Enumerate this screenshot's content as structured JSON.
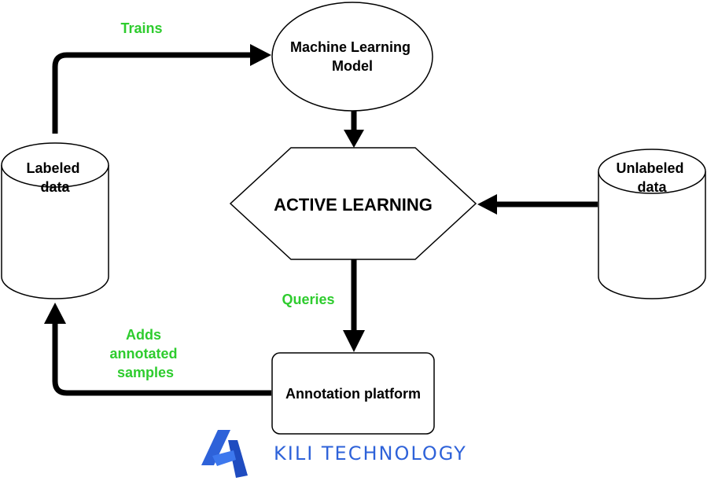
{
  "nodes": {
    "model": {
      "lines": [
        "Machine Learning",
        "Model"
      ]
    },
    "active_learning": {
      "lines": [
        "ACTIVE LEARNING"
      ]
    },
    "labeled_data": {
      "lines": [
        "Labeled",
        "data"
      ]
    },
    "unlabeled_data": {
      "lines": [
        "Unlabeled",
        "data"
      ]
    },
    "annotation_platform": {
      "lines": [
        "Annotation platform"
      ]
    }
  },
  "edges": {
    "trains": {
      "lines": [
        "Trains"
      ]
    },
    "queries": {
      "lines": [
        "Queries"
      ]
    },
    "adds": {
      "lines": [
        "Adds",
        "annotated",
        "samples"
      ]
    }
  },
  "logo": {
    "text": "KILI TECHNOLOGY",
    "color": "#2e62d9",
    "icon": "kili-logo-icon"
  },
  "colors": {
    "edge_label": "#2ecc2e",
    "stroke": "#000000"
  }
}
